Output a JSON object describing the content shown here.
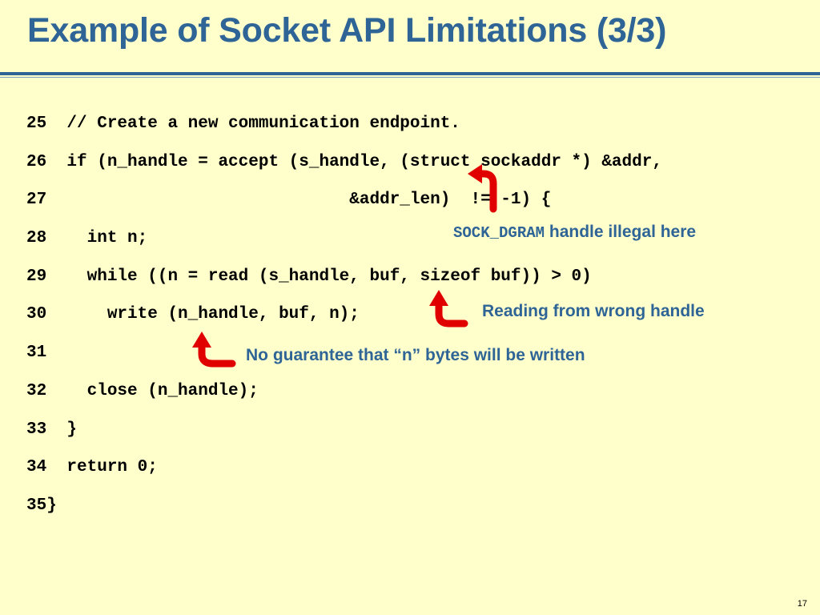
{
  "slide": {
    "title": "Example of Socket API Limitations (3/3)",
    "page_number": "17"
  },
  "code_lines": [
    {
      "num": "25",
      "text": "  // Create a new communication endpoint."
    },
    {
      "num": "26",
      "text": "  if (n_handle = accept (s_handle, (struct sockaddr *) &addr,"
    },
    {
      "num": "27",
      "text": "                              &addr_len)  != -1) {"
    },
    {
      "num": "28",
      "text": "    int n;"
    },
    {
      "num": "29",
      "text": "    while ((n = read (s_handle, buf, sizeof buf)) > 0)"
    },
    {
      "num": "30",
      "text": "      write (n_handle, buf, n);"
    },
    {
      "num": "31",
      "text": ""
    },
    {
      "num": "32",
      "text": "    close (n_handle);"
    },
    {
      "num": "33",
      "text": "  }"
    },
    {
      "num": "34",
      "text": "  return 0;"
    },
    {
      "num": "35",
      "text": "}"
    }
  ],
  "annotations": {
    "sock_dgram_code": "SOCK_DGRAM",
    "sock_dgram_text": " handle illegal here",
    "wrong_handle": "Reading from wrong handle",
    "no_guarantee": "No guarantee that “n” bytes will be written"
  },
  "colors": {
    "title": "#2e6496",
    "background": "#ffffcc",
    "arrow": "#e00000"
  }
}
